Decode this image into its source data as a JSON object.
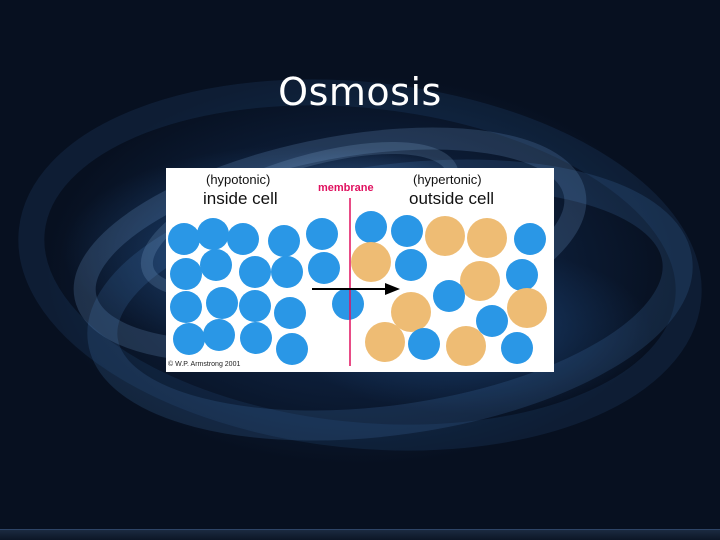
{
  "slide": {
    "title": "Osmosis"
  },
  "figure": {
    "left_region": {
      "tonicity": "(hypotonic)",
      "label": "inside cell"
    },
    "membrane_label": "membrane",
    "right_region": {
      "tonicity": "(hypertonic)",
      "label": "outside cell"
    },
    "copyright": "W.P. Armstrong 2001",
    "copyright_symbol": "©",
    "colors": {
      "water_molecule": "#2a97e6",
      "solute_molecule": "#eebc74",
      "membrane_line": "#e0115f",
      "arrow": "#000000"
    }
  }
}
